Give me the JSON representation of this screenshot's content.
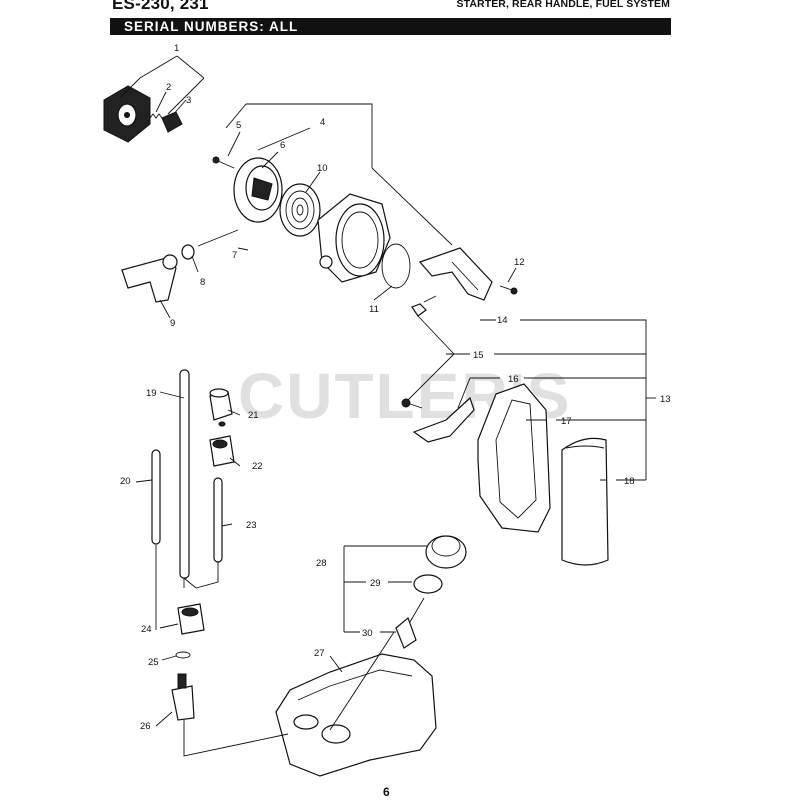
{
  "header": {
    "model": "ES-230, 231",
    "section": "STARTER, REAR HANDLE, FUEL SYSTEM",
    "serial": "SERIAL NUMBERS: ALL"
  },
  "watermark": "CUTLER'S",
  "page_number": "6",
  "callouts": [
    "1",
    "2",
    "3",
    "4",
    "5",
    "6",
    "7",
    "8",
    "9",
    "10",
    "11",
    "12",
    "13",
    "14",
    "15",
    "16",
    "17",
    "18",
    "19",
    "20",
    "21",
    "22",
    "23",
    "24",
    "25",
    "26",
    "27",
    "28",
    "29",
    "30"
  ]
}
